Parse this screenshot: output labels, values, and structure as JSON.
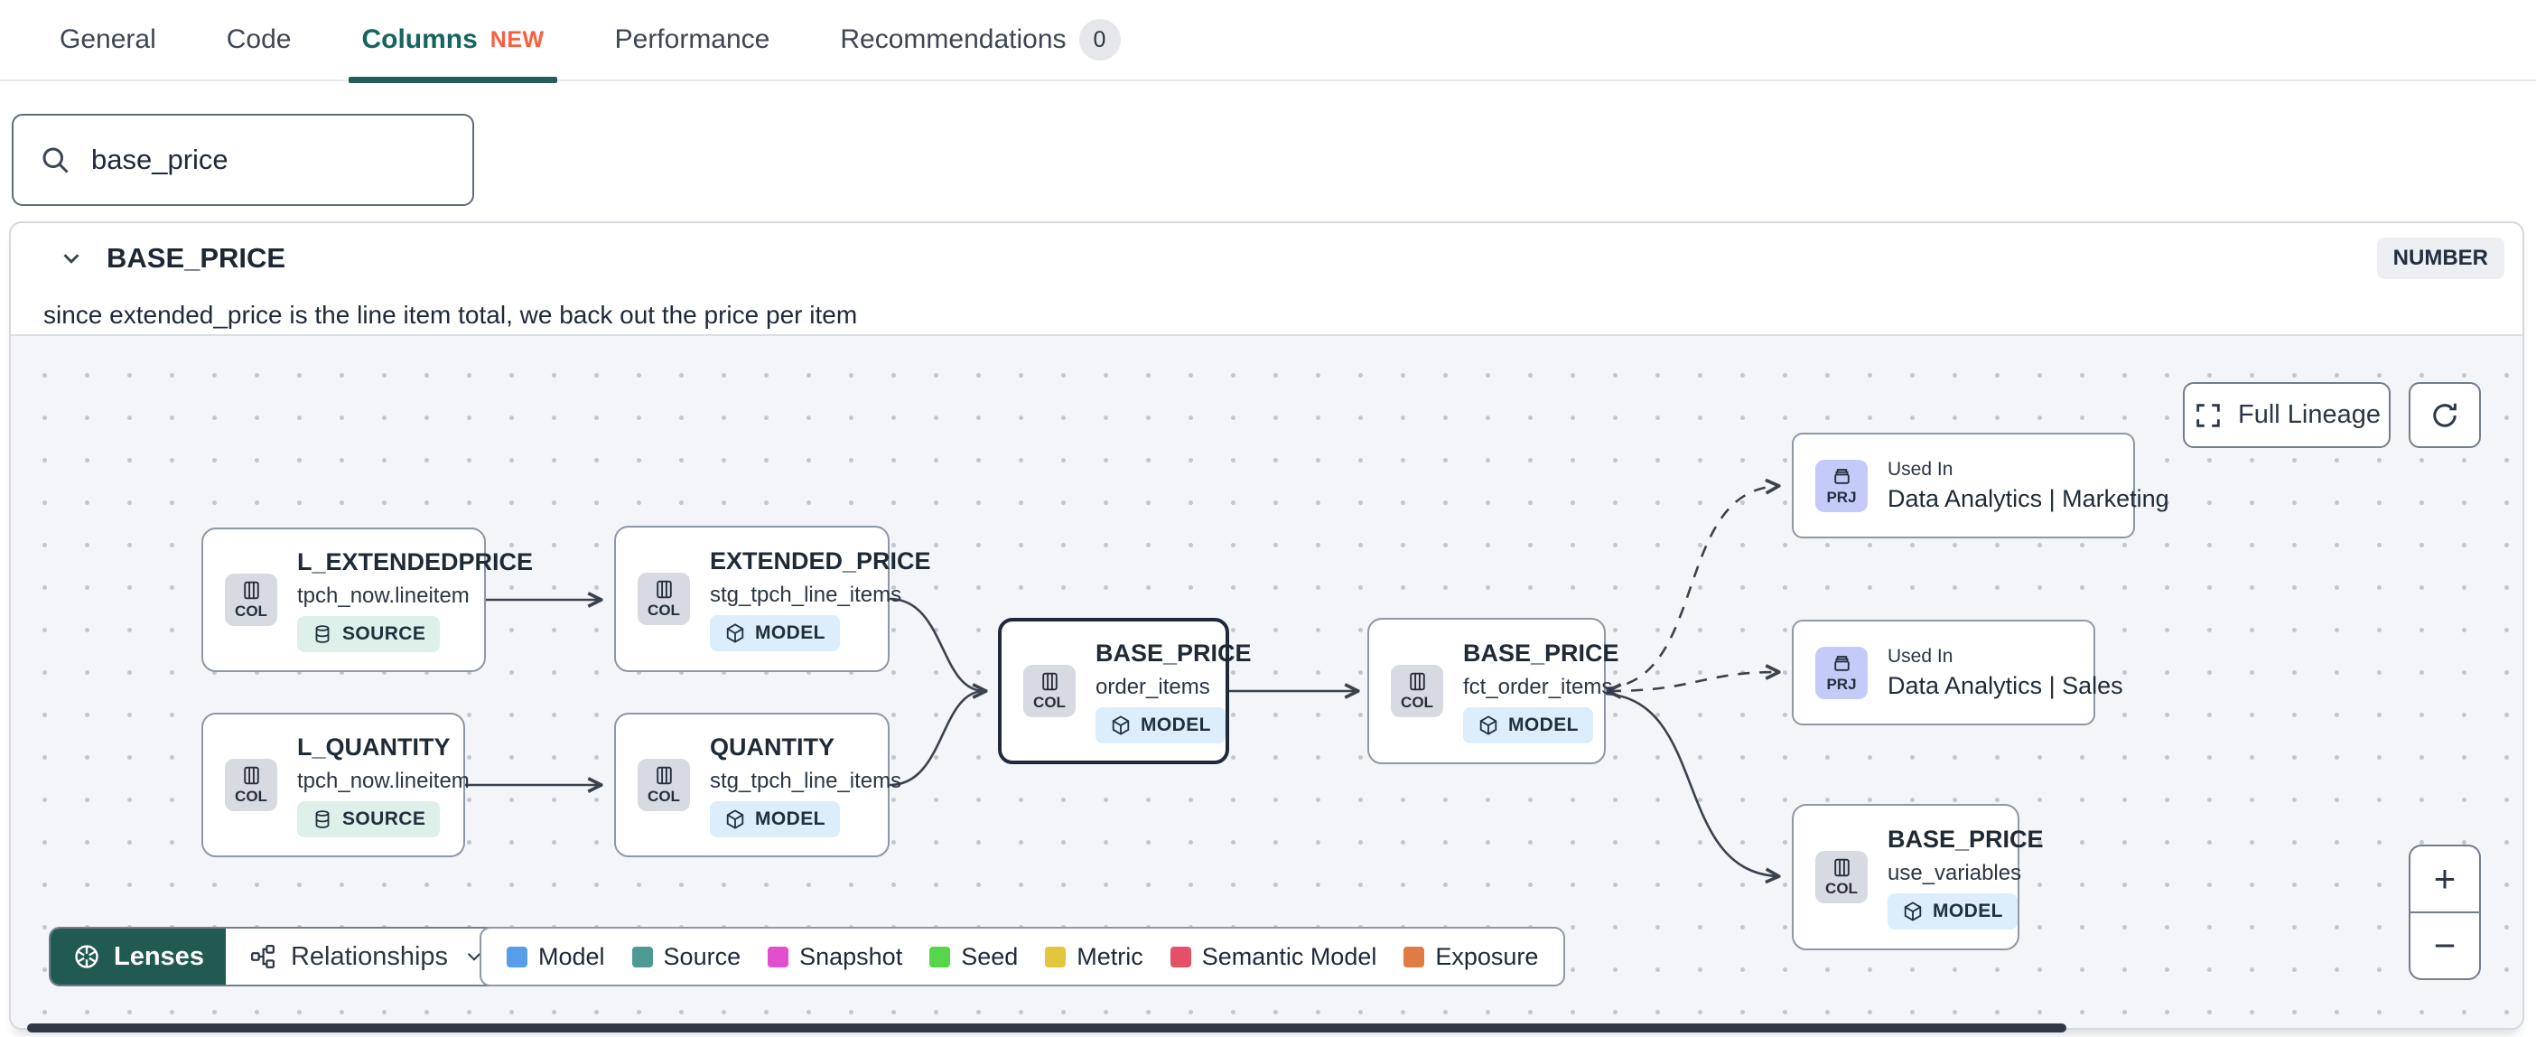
{
  "tabs": {
    "items": [
      {
        "label": "General"
      },
      {
        "label": "Code"
      },
      {
        "label": "Columns",
        "badge": "NEW"
      },
      {
        "label": "Performance"
      },
      {
        "label": "Recommendations",
        "count": "0"
      }
    ]
  },
  "search": {
    "value": "base_price"
  },
  "column": {
    "name": "BASE_PRICE",
    "type_badge": "NUMBER",
    "description": "since extended_price is the line item total, we back out the price per item"
  },
  "lineage": {
    "controls": {
      "full_lineage": "Full Lineage",
      "zoom_in": "+",
      "zoom_out": "−"
    },
    "lenses": {
      "label": "Lenses"
    },
    "relationships": {
      "label": "Relationships"
    },
    "legend": {
      "items": [
        {
          "label": "Model",
          "color": "#579ee8"
        },
        {
          "label": "Source",
          "color": "#4d9a92"
        },
        {
          "label": "Snapshot",
          "color": "#e14fcf"
        },
        {
          "label": "Seed",
          "color": "#55d64a"
        },
        {
          "label": "Metric",
          "color": "#e3c63c"
        },
        {
          "label": "Semantic Model",
          "color": "#e55069"
        },
        {
          "label": "Exposure",
          "color": "#df7b43"
        }
      ]
    },
    "nodes": [
      {
        "kind": "COL",
        "title": "L_EXTENDEDPRICE",
        "subtitle": "tpch_now.lineitem",
        "badge": "SOURCE"
      },
      {
        "kind": "COL",
        "title": "L_QUANTITY",
        "subtitle": "tpch_now.lineitem",
        "badge": "SOURCE"
      },
      {
        "kind": "COL",
        "title": "EXTENDED_PRICE",
        "subtitle": "stg_tpch_line_items",
        "badge": "MODEL"
      },
      {
        "kind": "COL",
        "title": "QUANTITY",
        "subtitle": "stg_tpch_line_items",
        "badge": "MODEL"
      },
      {
        "kind": "COL",
        "title": "BASE_PRICE",
        "subtitle": "order_items",
        "badge": "MODEL"
      },
      {
        "kind": "COL",
        "title": "BASE_PRICE",
        "subtitle": "fct_order_items",
        "badge": "MODEL"
      },
      {
        "kind": "PRJ",
        "label": "Used In",
        "title": "Data Analytics | Marketing"
      },
      {
        "kind": "PRJ",
        "label": "Used In",
        "title": "Data Analytics | Sales"
      },
      {
        "kind": "COL",
        "title": "BASE_PRICE",
        "subtitle": "use_variables",
        "badge": "MODEL"
      }
    ]
  }
}
